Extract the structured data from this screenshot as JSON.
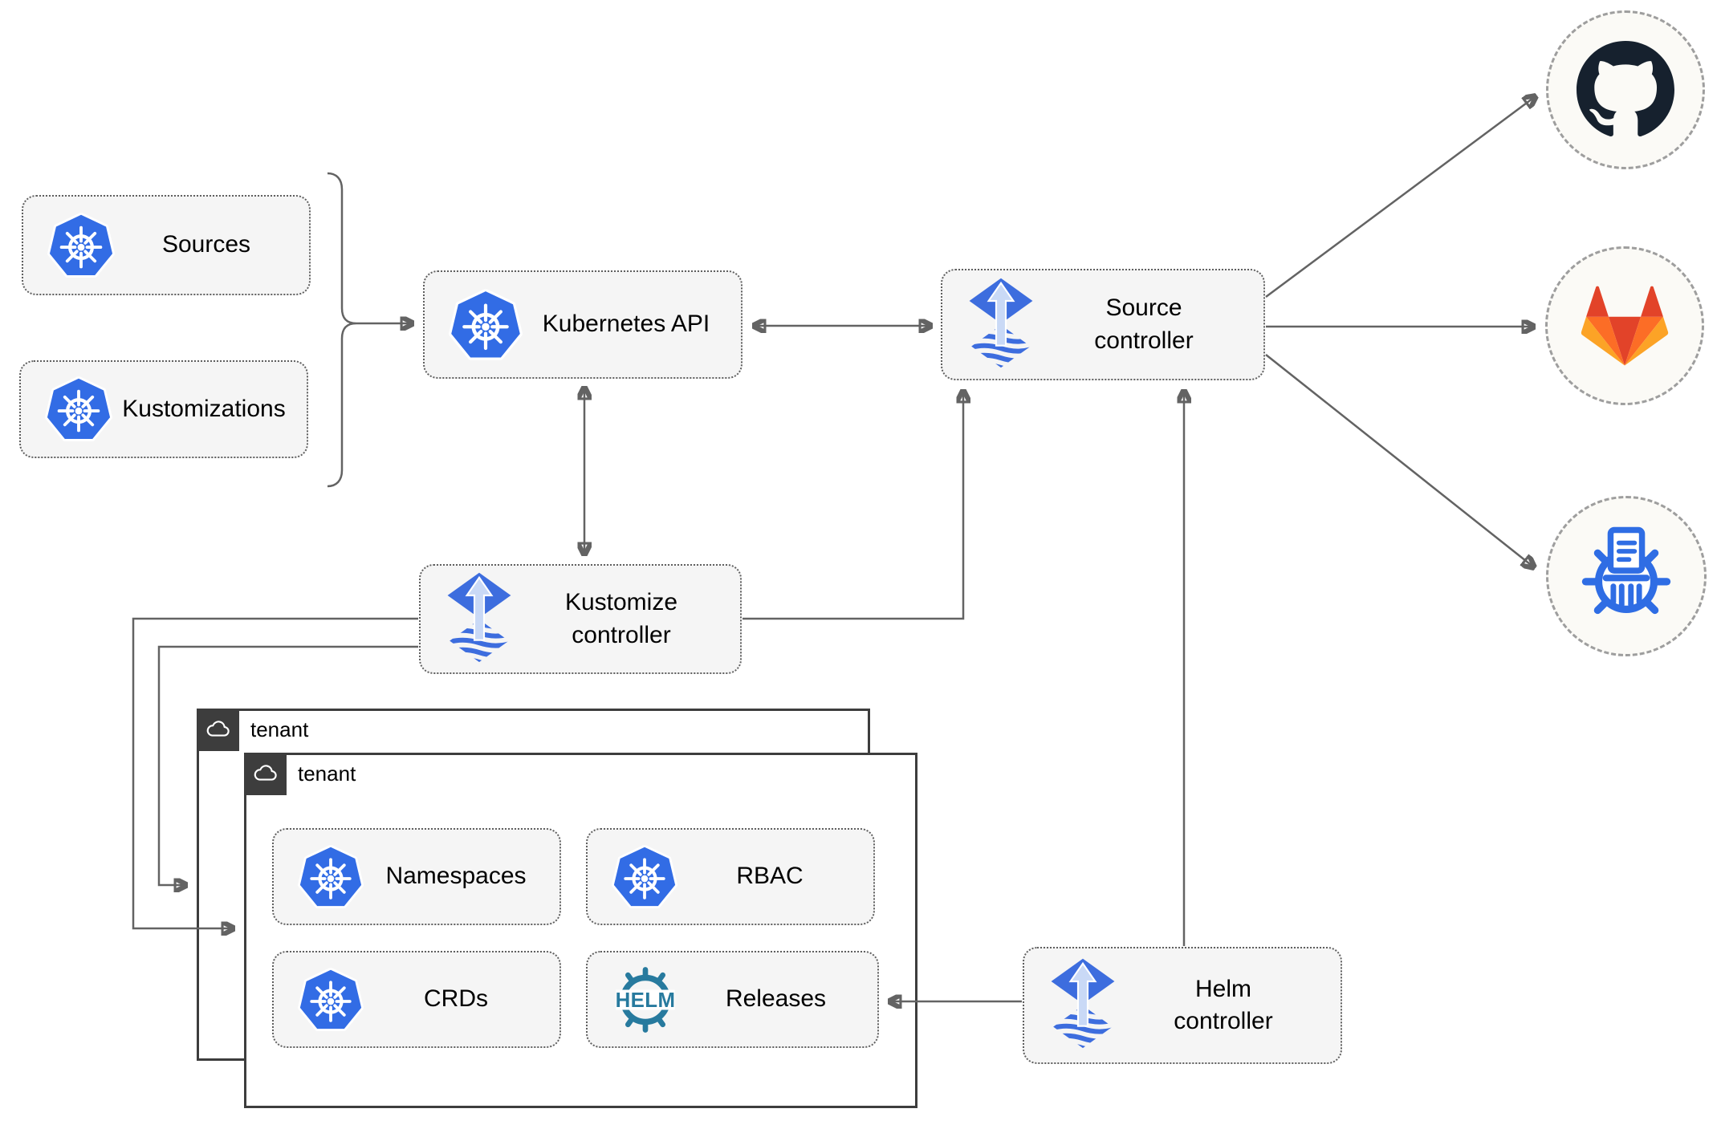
{
  "boxes": {
    "sources": {
      "label": "Sources",
      "icon": "kubernetes"
    },
    "kustomizations": {
      "label": "Kustomizations",
      "icon": "kubernetes"
    },
    "kubernetes_api": {
      "label": "Kubernetes API",
      "icon": "kubernetes"
    },
    "source_controller": {
      "label": "Source controller",
      "icon": "flux"
    },
    "kustomize_controller": {
      "label": "Kustomize controller",
      "icon": "flux"
    },
    "helm_controller": {
      "label": "Helm controller",
      "icon": "flux"
    },
    "namespaces": {
      "label": "Namespaces",
      "icon": "kubernetes"
    },
    "rbac": {
      "label": "RBAC",
      "icon": "kubernetes"
    },
    "crds": {
      "label": "CRDs",
      "icon": "kubernetes"
    },
    "releases": {
      "label": "Releases",
      "icon": "helm"
    }
  },
  "containers": {
    "tenant_outer": {
      "label": "tenant",
      "icon": "cloud"
    },
    "tenant_inner": {
      "label": "tenant",
      "icon": "cloud"
    }
  },
  "external_nodes": {
    "github": {
      "icon": "github-logo"
    },
    "gitlab": {
      "icon": "gitlab-logo"
    },
    "chartmuseum": {
      "icon": "chartmuseum-logo"
    }
  },
  "icons": {
    "helm_logo_text": "HELM"
  },
  "colors": {
    "kubernetes_blue": "#326ce5",
    "flux_blue": "#3d6dde",
    "flux_light": "#c9d9f6",
    "helm_teal": "#277a9e",
    "github_dark": "#16212e",
    "gitlab_red": "#e24329",
    "gitlab_orange": "#fc6d26",
    "gitlab_amber": "#fca326",
    "chartmuseum_blue": "#2f6de4",
    "line_gray": "#636363",
    "box_fill": "#f5f5f5",
    "box_border": "#5f5f5f",
    "circle_fill": "#fbfaf6",
    "circle_border": "#9e9e9e",
    "tenant_border": "#3d3d3d",
    "tenant_fill": "#ffffff"
  }
}
